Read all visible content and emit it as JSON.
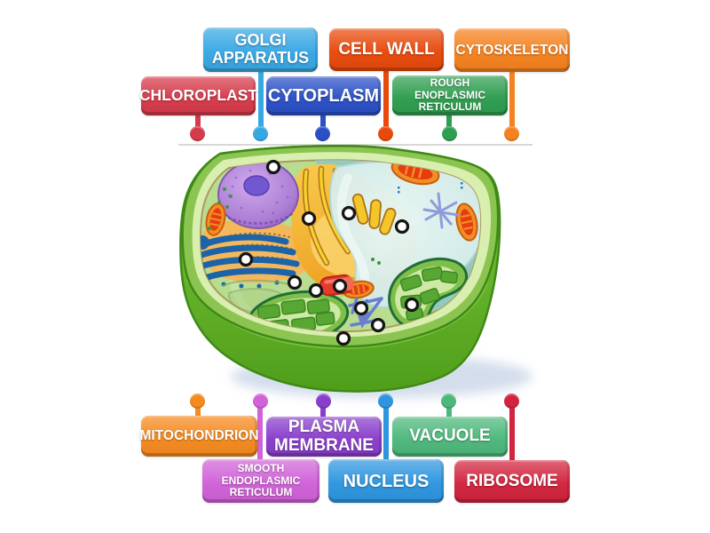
{
  "page": {
    "background_color": "#ffffff",
    "divider_color": "#d8d8d8",
    "answer_marker_count": 12
  },
  "labels": [
    {
      "id": "golgi-apparatus",
      "text": "GOLGI\nAPPARATUS",
      "color": "#38a8e4"
    },
    {
      "id": "cell-wall",
      "text": "CELL WALL",
      "color": "#e84a0c"
    },
    {
      "id": "cytoskeleton",
      "text": "CYTOSKELETON",
      "color": "#f5821f"
    },
    {
      "id": "chloroplast",
      "text": "CHLOROPLAST",
      "color": "#d63b4b"
    },
    {
      "id": "cytoplasm",
      "text": "CYTOPLASM",
      "color": "#2b50c6"
    },
    {
      "id": "rough-enoplasmic-reticulum",
      "text": "ROUGH\nENOPLASMIC\nRETICULUM",
      "color": "#2f9e50"
    },
    {
      "id": "mitochondrion",
      "text": "MITOCHONDRION",
      "color": "#f58a1f"
    },
    {
      "id": "plasma-membrane",
      "text": "PLASMA\nMEMBRANE",
      "color": "#8a3ecc"
    },
    {
      "id": "vacuole",
      "text": "VACUOLE",
      "color": "#4eb87c"
    },
    {
      "id": "smooth-endoplasmic-reticulum",
      "text": "SMOOTH\nENDOPLASMIC\nRETICULUM",
      "color": "#d162d8"
    },
    {
      "id": "nucleus",
      "text": "NUCLEUS",
      "color": "#2e96e0"
    },
    {
      "id": "ribosome",
      "text": "RIBOSOME",
      "color": "#d2243e"
    }
  ]
}
